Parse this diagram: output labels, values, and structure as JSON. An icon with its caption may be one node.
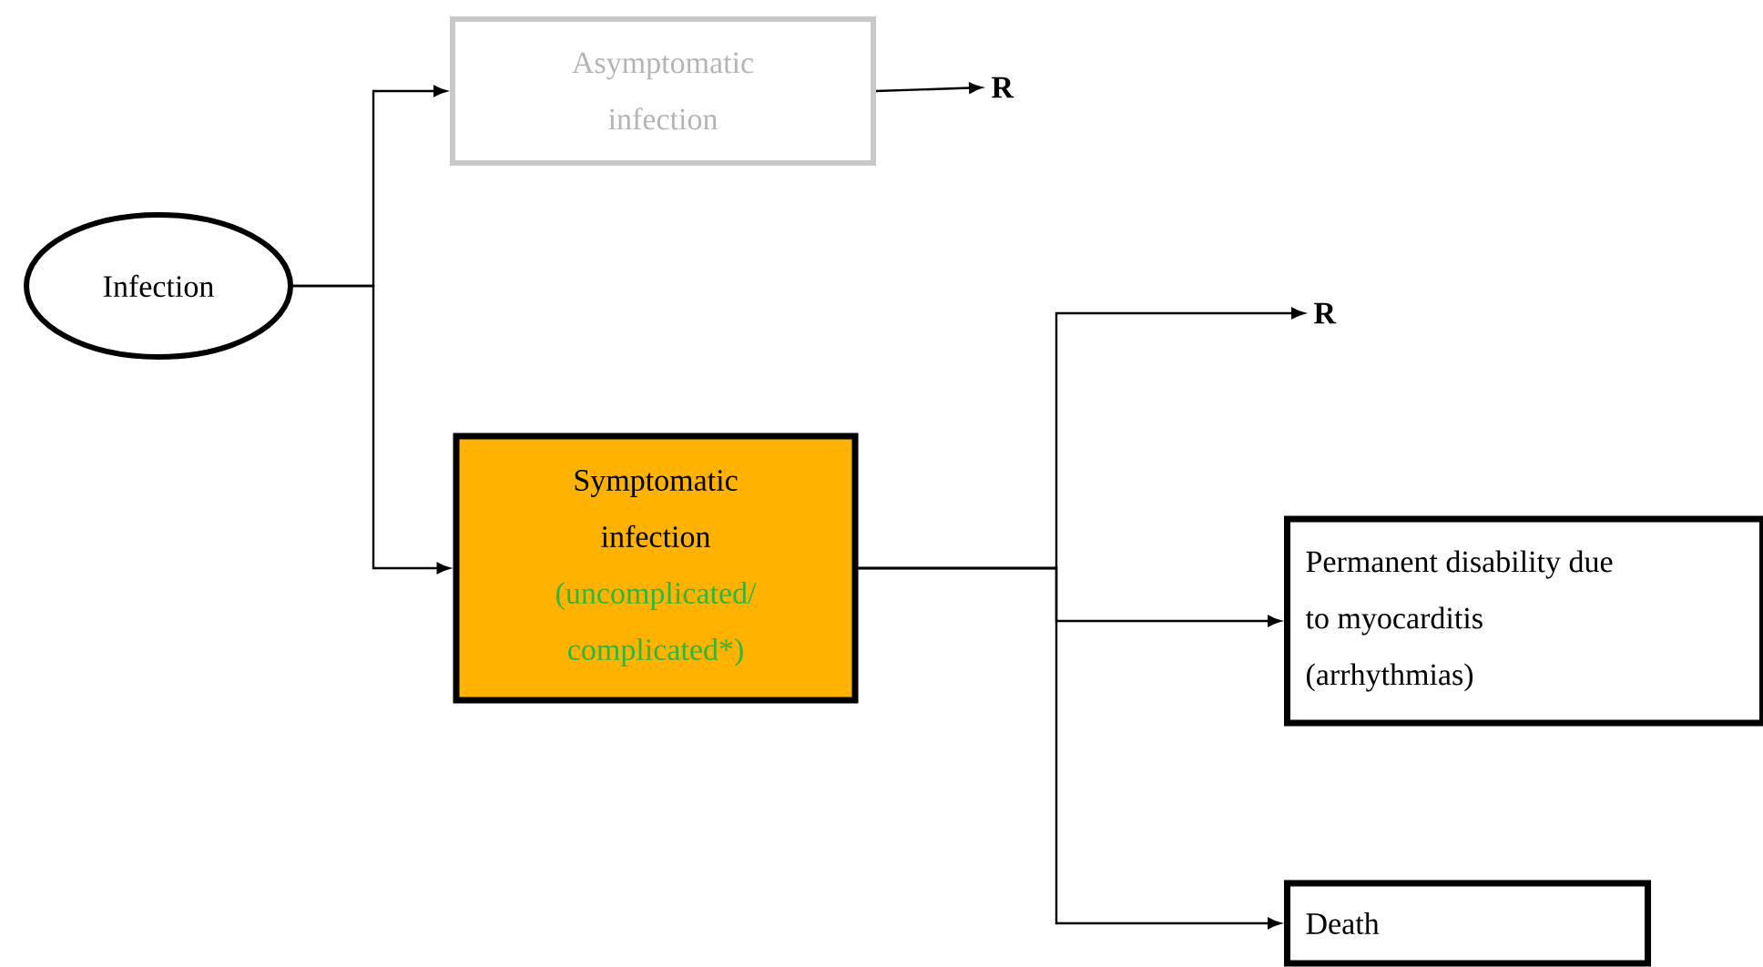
{
  "diagram": {
    "nodes": [
      {
        "text": [
          "Infection"
        ]
      },
      {
        "text": [
          "Asymptomatic infection"
        ]
      },
      {
        "text": [
          "R"
        ]
      },
      {
        "text": [
          "Symptomatic infection",
          "(uncomplicated/ complicated*)"
        ]
      },
      {
        "text": [
          "R"
        ]
      },
      {
        "text": [
          "Permanent disability due to myocarditis (arrhythmias)"
        ]
      },
      {
        "text": [
          "Death"
        ]
      }
    ],
    "edges": [
      {
        "from": 0,
        "to": 1,
        "arrow": "to"
      },
      {
        "from": 0,
        "to": 3,
        "arrow": "to"
      },
      {
        "from": 1,
        "to": 2,
        "arrow": "to"
      },
      {
        "from": 3,
        "to": 4,
        "arrow": "to"
      },
      {
        "from": 3,
        "to": 5,
        "arrow": "to"
      },
      {
        "from": 3,
        "to": 6,
        "arrow": "to"
      }
    ]
  }
}
